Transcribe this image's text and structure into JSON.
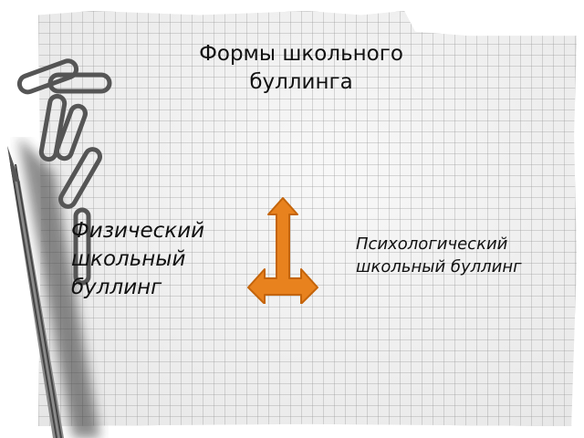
{
  "slide": {
    "title": "Формы школьного буллинга",
    "left_item": "Физический школьный буллинг",
    "right_item": "Психологический школьный буллинг",
    "arrow_color": "#e8821e",
    "arrow_stroke": "#c4640a"
  },
  "decorations": {
    "background": "graph-paper",
    "icons": [
      "paperclip-icon",
      "pencil-icon",
      "split-arrow-icon"
    ]
  }
}
